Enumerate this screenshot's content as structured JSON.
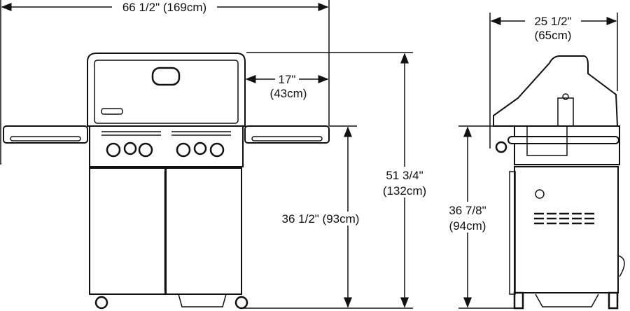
{
  "front_view": {
    "overall_width": "66 1/2\" (169cm)",
    "shelf_depth": "17\"",
    "shelf_depth_metric": "(43cm)",
    "overall_height": "51 3/4\"",
    "overall_height_metric": "(132cm)",
    "counter_height": "36 1/2\" (93cm)"
  },
  "side_view": {
    "depth": "25 1/2\"",
    "depth_metric": "(65cm)",
    "counter_height": "36 7/8\"",
    "counter_height_metric": "(94cm)"
  }
}
